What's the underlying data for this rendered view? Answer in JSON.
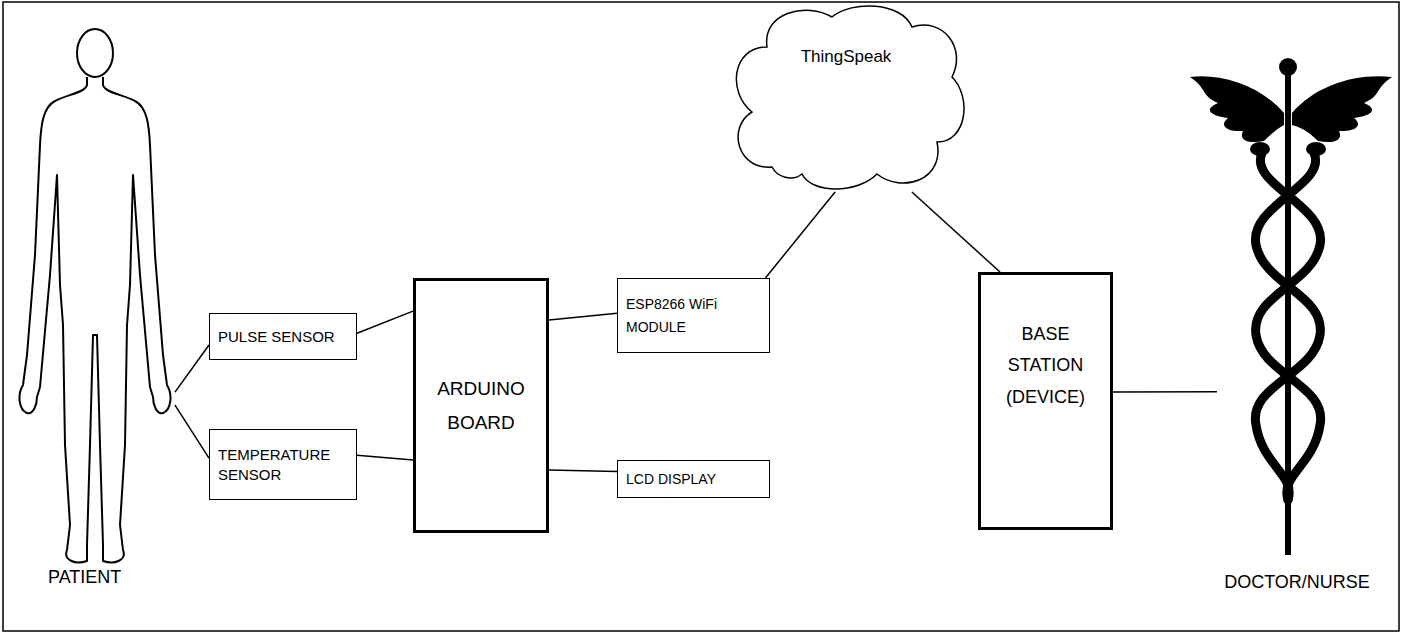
{
  "diagram": {
    "nodes": [
      {
        "text": [
          "PATIENT"
        ]
      },
      {
        "text": [
          "PULSE SENSOR"
        ]
      },
      {
        "text": [
          "TEMPERATURE SENSOR"
        ]
      },
      {
        "text": [
          "ARDUINO BOARD"
        ]
      },
      {
        "text": [
          "ESP8266 WiFi MODULE"
        ]
      },
      {
        "text": [
          "LCD DISPLAY"
        ]
      },
      {
        "text": [
          "ThingSpeak"
        ]
      },
      {
        "text": [
          "BASE STATION (DEVICE)"
        ]
      },
      {
        "text": [
          "DOCTOR/NURSE"
        ]
      }
    ],
    "edges": [
      {
        "from": 0,
        "to": 1,
        "arrow": "none"
      },
      {
        "from": 0,
        "to": 2,
        "arrow": "none"
      },
      {
        "from": 1,
        "to": 3,
        "arrow": "none"
      },
      {
        "from": 2,
        "to": 3,
        "arrow": "none"
      },
      {
        "from": 3,
        "to": 4,
        "arrow": "none"
      },
      {
        "from": 3,
        "to": 5,
        "arrow": "none"
      },
      {
        "from": 4,
        "to": 6,
        "arrow": "none"
      },
      {
        "from": 6,
        "to": 7,
        "arrow": "none"
      },
      {
        "from": 7,
        "to": 8,
        "arrow": "none"
      }
    ]
  }
}
